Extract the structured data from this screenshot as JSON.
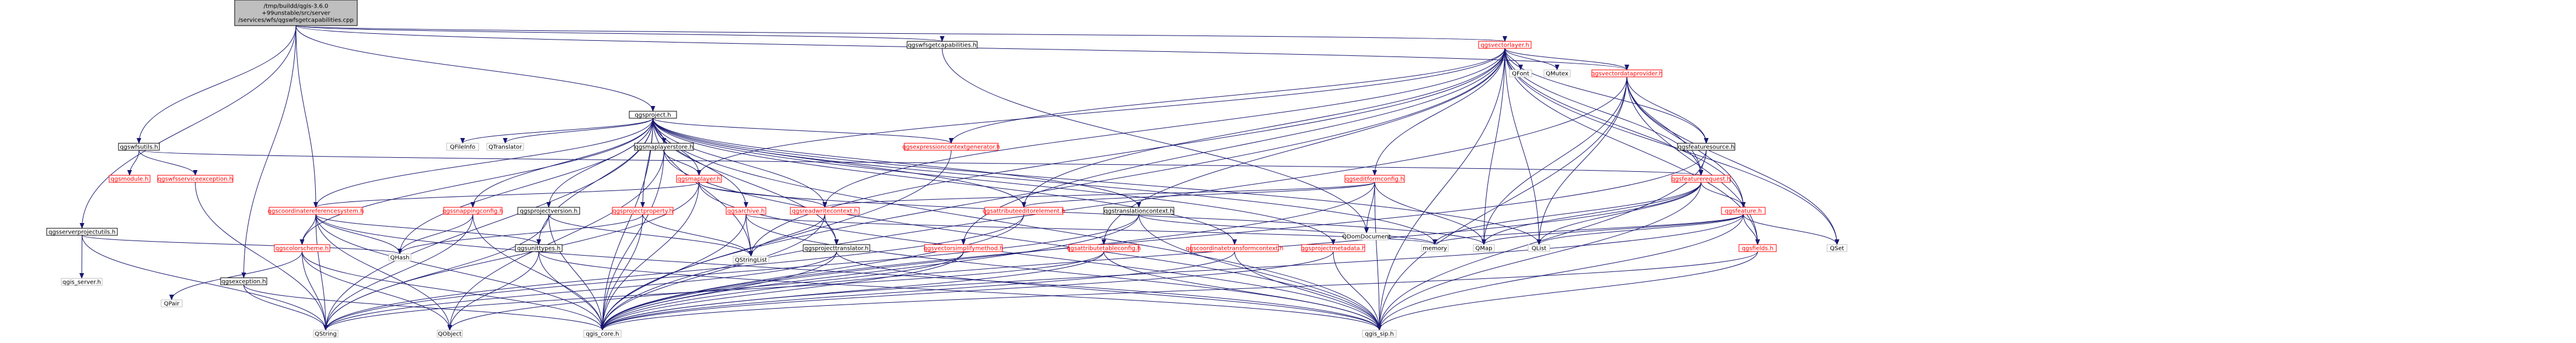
{
  "graph": {
    "colors": {
      "edge": "#191970",
      "red_border": "#ff0000",
      "black_border": "#000000",
      "grey_border": "#bfbfbf",
      "root_fill": "#bfbfbf",
      "node_fill": "#ffffff",
      "red_text": "#ff0000",
      "black_text": "#000000"
    },
    "nodes": [
      {
        "id": "root",
        "lines": [
          "/tmp/buildd/qgis-3.6.0",
          "+99unstable/src/server",
          "/services/wfs/qgswfsgetcapabilities.cpp"
        ],
        "style": "root"
      },
      {
        "id": "qgsproject_h",
        "lines": [
          "qgsproject.h"
        ],
        "style": "black"
      },
      {
        "id": "qgswfsgetcapabilities_h",
        "lines": [
          "qgswfsgetcapabilities.h"
        ],
        "style": "black"
      },
      {
        "id": "qgsvectorlayer_h",
        "lines": [
          "qgsvectorlayer.h"
        ],
        "style": "red"
      },
      {
        "id": "qgswfsutils_h",
        "lines": [
          "qgswfsutils.h"
        ],
        "style": "black"
      },
      {
        "id": "qgsserverprojectutils_h",
        "lines": [
          "qgsserverprojectutils.h"
        ],
        "style": "black"
      },
      {
        "id": "qgsexception_h",
        "lines": [
          "qgsexception.h"
        ],
        "style": "black"
      },
      {
        "id": "qgsvectordataprovider_h",
        "lines": [
          "qgsvectordataprovider.h"
        ],
        "style": "red"
      },
      {
        "id": "qfont",
        "lines": [
          "QFont"
        ],
        "style": "grey"
      },
      {
        "id": "qmutex",
        "lines": [
          "QMutex"
        ],
        "style": "grey"
      },
      {
        "id": "qgsmodule_h",
        "lines": [
          "qgsmodule.h"
        ],
        "style": "red"
      },
      {
        "id": "qgswfsserviceexception_h",
        "lines": [
          "qgswfsserviceexception.h"
        ],
        "style": "red"
      },
      {
        "id": "qfileinfo",
        "lines": [
          "QFileInfo"
        ],
        "style": "grey"
      },
      {
        "id": "qtranslator",
        "lines": [
          "QTranslator"
        ],
        "style": "grey"
      },
      {
        "id": "qgsmaplayerstore_h",
        "lines": [
          "qgsmaplayerstore.h"
        ],
        "style": "black"
      },
      {
        "id": "qgsexpressioncontextgenerator_h",
        "lines": [
          "qgsexpressioncontextgenerator.h"
        ],
        "style": "red"
      },
      {
        "id": "qgsfeaturesource_h",
        "lines": [
          "qgsfeaturesource.h"
        ],
        "style": "black"
      },
      {
        "id": "qgsmaplayer_h",
        "lines": [
          "qgsmaplayer.h"
        ],
        "style": "red"
      },
      {
        "id": "qgseditformconfig_h",
        "lines": [
          "qgseditformconfig.h"
        ],
        "style": "red"
      },
      {
        "id": "qgsfeaturerequest_h",
        "lines": [
          "qgsfeaturerequest.h"
        ],
        "style": "red"
      },
      {
        "id": "qgscoordinatereferencesystem_h",
        "lines": [
          "qgscoordinatereferencesystem.h"
        ],
        "style": "red"
      },
      {
        "id": "qgssnappingconfig_h",
        "lines": [
          "qgssnappingconfig.h"
        ],
        "style": "red"
      },
      {
        "id": "qgsprojectproperty_h",
        "lines": [
          "qgsprojectproperty.h"
        ],
        "style": "red"
      },
      {
        "id": "qgsprojectversion_h",
        "lines": [
          "qgsprojectversion.h"
        ],
        "style": "black"
      },
      {
        "id": "qgsarchive_h",
        "lines": [
          "qgsarchive.h"
        ],
        "style": "red"
      },
      {
        "id": "qgsreadwritecontext_h",
        "lines": [
          "qgsreadwritecontext.h"
        ],
        "style": "red"
      },
      {
        "id": "qgsattributeeditorelement_h",
        "lines": [
          "qgsattributeeditorelement.h"
        ],
        "style": "red"
      },
      {
        "id": "qgstranslationcontext_h",
        "lines": [
          "qgstranslationcontext.h"
        ],
        "style": "black"
      },
      {
        "id": "qdomdocument",
        "lines": [
          "QDomDocument"
        ],
        "style": "grey"
      },
      {
        "id": "qgsfeature_h",
        "lines": [
          "qgsfeature.h"
        ],
        "style": "red"
      },
      {
        "id": "qgscolorscheme_h",
        "lines": [
          "qgscolorscheme.h"
        ],
        "style": "red"
      },
      {
        "id": "qgsunittypes_h",
        "lines": [
          "qgsunittypes.h"
        ],
        "style": "black"
      },
      {
        "id": "qgsprojecttranslator_h",
        "lines": [
          "qgsprojecttranslator.h"
        ],
        "style": "black"
      },
      {
        "id": "qgsvectorsimplifymethod_h",
        "lines": [
          "qgsvectorsimplifymethod.h"
        ],
        "style": "red"
      },
      {
        "id": "qgsattributetableconfig_h",
        "lines": [
          "qgsattributetableconfig.h"
        ],
        "style": "red"
      },
      {
        "id": "qgscoordinatetransformcontext_h",
        "lines": [
          "qgscoordinatetransformcontext.h"
        ],
        "style": "red"
      },
      {
        "id": "qgsprojectmetadata_h",
        "lines": [
          "qgsprojectmetadata.h"
        ],
        "style": "red"
      },
      {
        "id": "qgsfields_h",
        "lines": [
          "qgsfields.h"
        ],
        "style": "red"
      },
      {
        "id": "qhash",
        "lines": [
          "QHash"
        ],
        "style": "grey"
      },
      {
        "id": "qstringlist",
        "lines": [
          "QStringList"
        ],
        "style": "grey"
      },
      {
        "id": "memory",
        "lines": [
          "memory"
        ],
        "style": "grey"
      },
      {
        "id": "qmap",
        "lines": [
          "QMap"
        ],
        "style": "grey"
      },
      {
        "id": "qlist",
        "lines": [
          "QList"
        ],
        "style": "grey"
      },
      {
        "id": "qset",
        "lines": [
          "QSet"
        ],
        "style": "grey"
      },
      {
        "id": "qgis_server_h",
        "lines": [
          "qgis_server.h"
        ],
        "style": "grey"
      },
      {
        "id": "qpair",
        "lines": [
          "QPair"
        ],
        "style": "grey"
      },
      {
        "id": "qstring",
        "lines": [
          "QString"
        ],
        "style": "grey"
      },
      {
        "id": "qobject",
        "lines": [
          "QObject"
        ],
        "style": "grey"
      },
      {
        "id": "qgis_core_h",
        "lines": [
          "qgis_core.h"
        ],
        "style": "grey"
      },
      {
        "id": "qgis_sip_h",
        "lines": [
          "qgis_sip.h"
        ],
        "style": "grey"
      }
    ]
  }
}
